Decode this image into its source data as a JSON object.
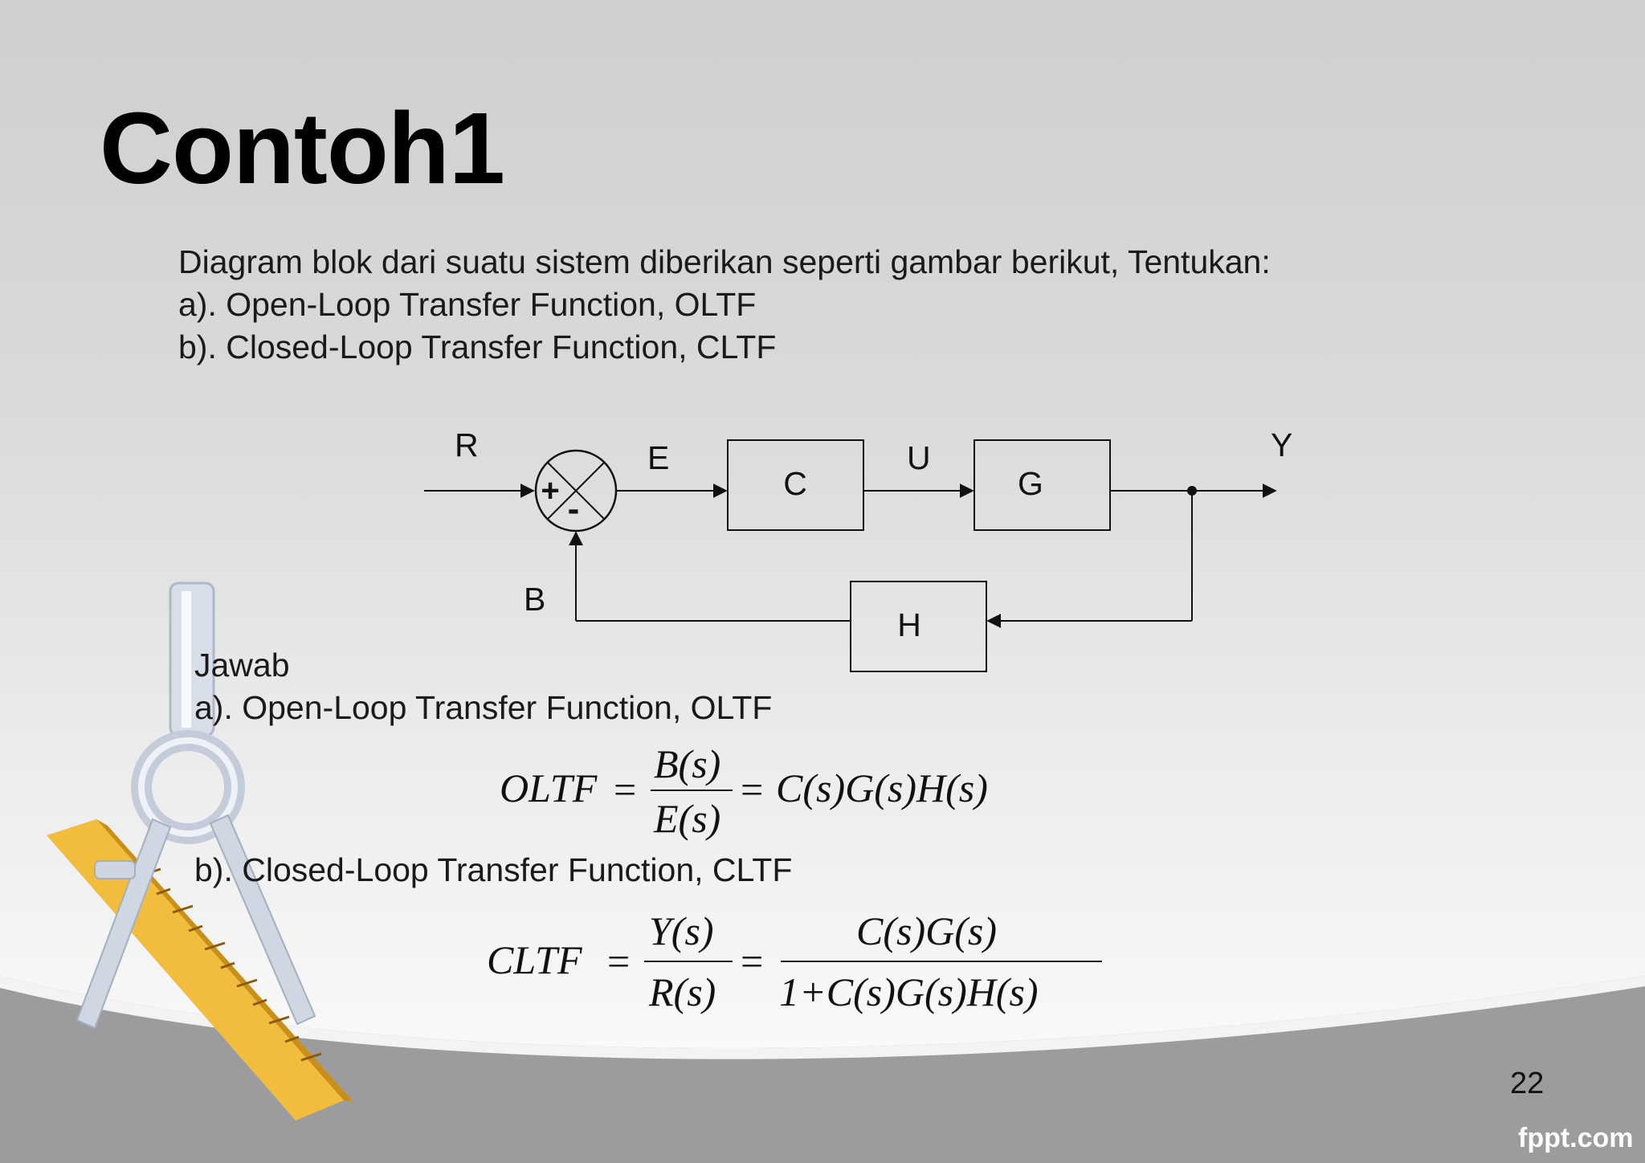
{
  "slide": {
    "title": "Contoh1",
    "intro_lines": [
      "Diagram blok dari suatu sistem diberikan seperti gambar berikut, Tentukan:",
      "a). Open-Loop Transfer Function, OLTF",
      "b). Closed-Loop Transfer Function, CLTF"
    ],
    "answer_label": "Jawab",
    "answer_a": "a). Open-Loop Transfer Function, OLTF",
    "answer_b": "b). Closed-Loop Transfer Function, CLTF",
    "page_number": "22",
    "brand": "fppt.com"
  },
  "diagram": {
    "signals": {
      "R": "R",
      "E": "E",
      "U": "U",
      "Y": "Y",
      "B": "B"
    },
    "blocks": {
      "C": "C",
      "G": "G",
      "H": "H"
    },
    "summing_signs": {
      "plus": "+",
      "minus": "-"
    }
  },
  "equations": {
    "oltf": {
      "lhs": "OLTF",
      "eq1": "=",
      "num": "B(s)",
      "den": "E(s)",
      "eq2": "=",
      "rhs": "C(s)G(s)H(s)"
    },
    "cltf": {
      "lhs": "CLTF",
      "eq1": "=",
      "num": "Y(s)",
      "den": "R(s)",
      "eq2": "=",
      "num2": "C(s)G(s)",
      "den2": "1+C(s)G(s)H(s)"
    }
  },
  "colors": {
    "band_gray": "#9a9a9c",
    "ruler_yellow": "#f2bd3c",
    "compass_silver": "#c9d3e0"
  }
}
